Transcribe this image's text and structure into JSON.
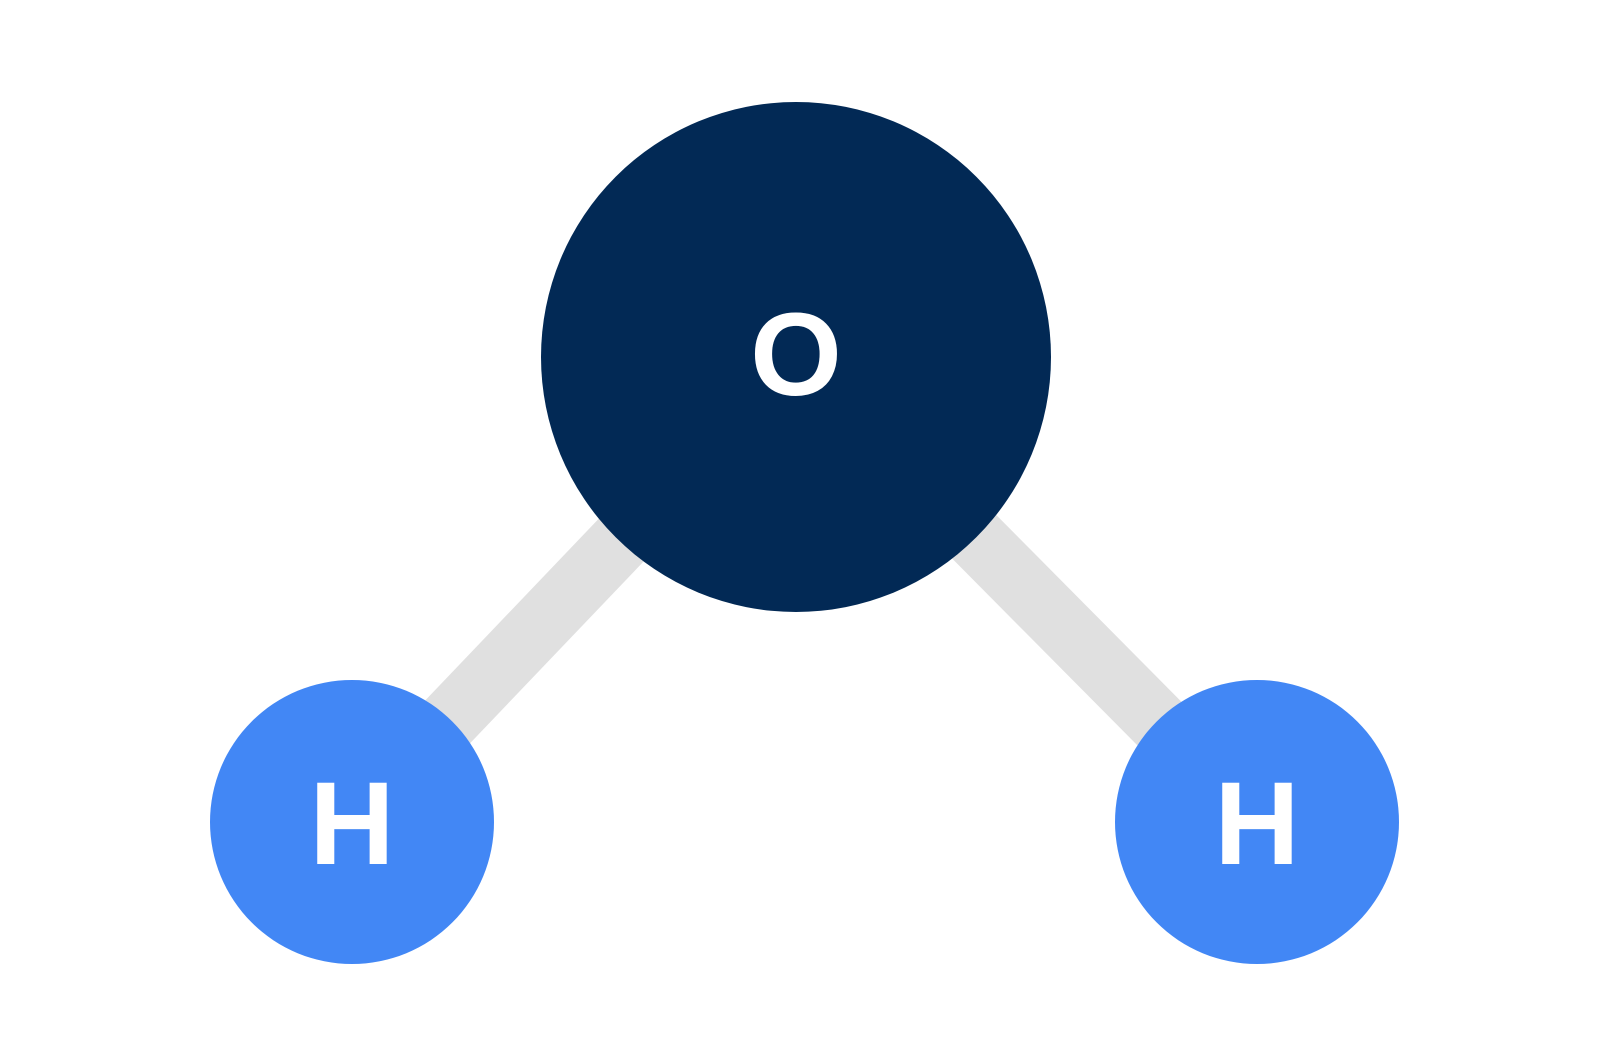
{
  "molecule": {
    "colors": {
      "background": "#ffffff",
      "bond": "#e0e0e0",
      "oxygen": "#022955",
      "hydrogen": "#4287f5",
      "label": "#ffffff"
    },
    "atoms": [
      {
        "id": "oxygen",
        "symbol": "O"
      },
      {
        "id": "hydrogen-left",
        "symbol": "H"
      },
      {
        "id": "hydrogen-right",
        "symbol": "H"
      }
    ]
  }
}
